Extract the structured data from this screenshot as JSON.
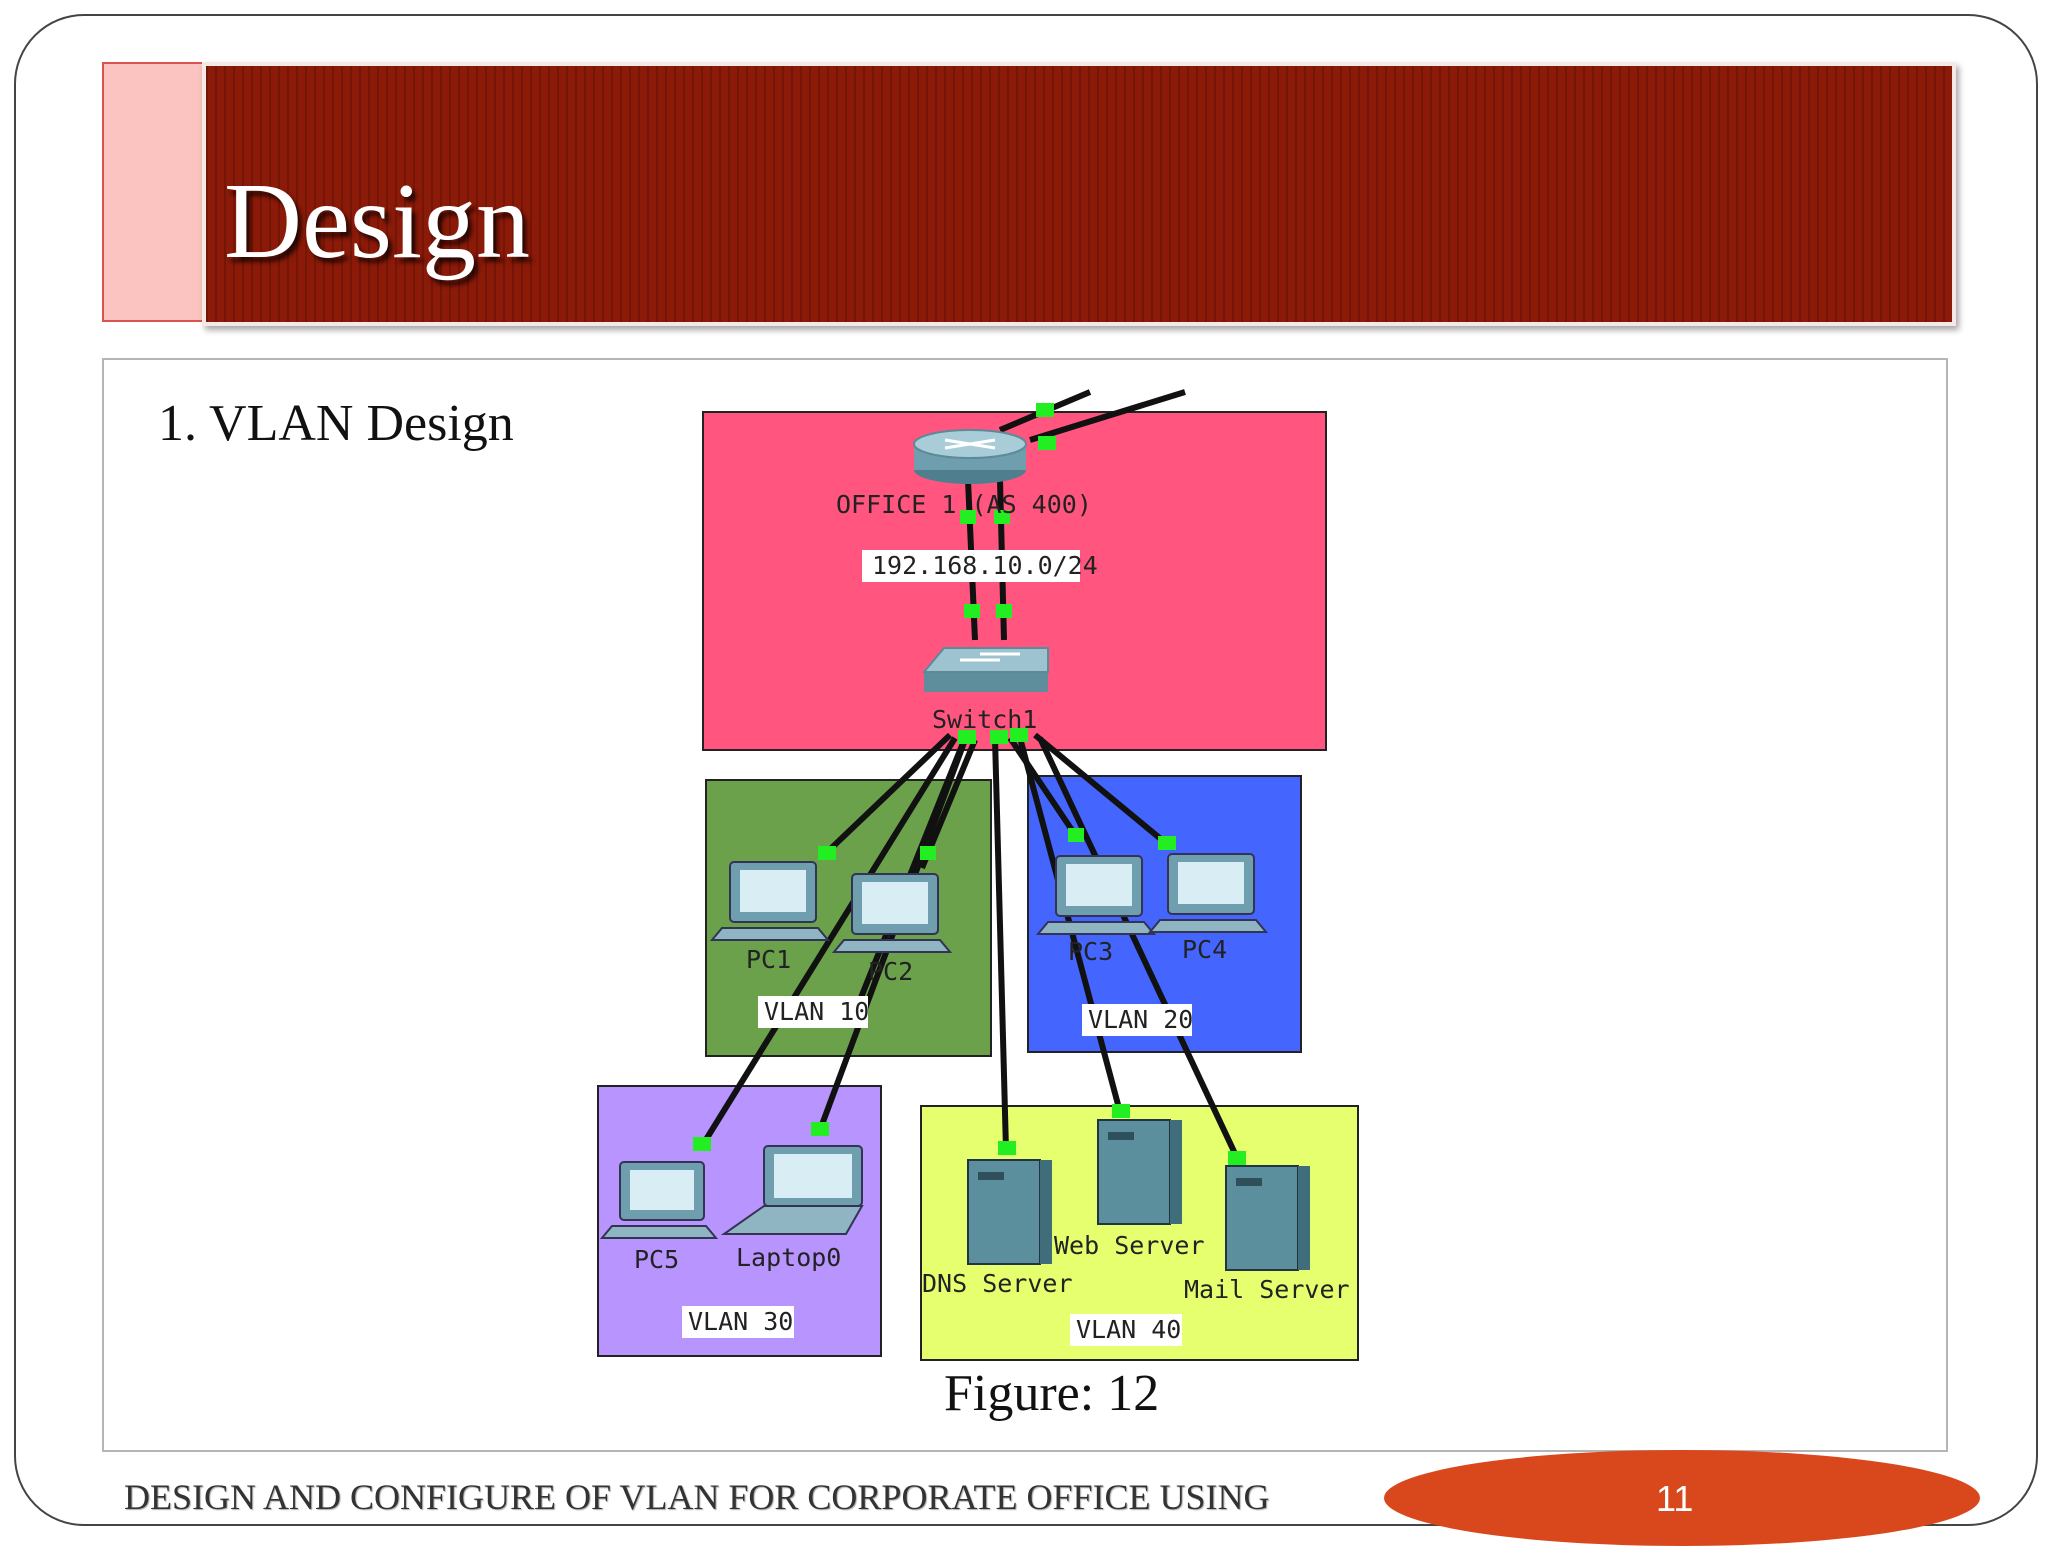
{
  "slide": {
    "title": "Design",
    "section_heading": "1. VLAN Design",
    "caption": "Figure: 12",
    "footer": "DESIGN AND CONFIGURE OF VLAN FOR CORPORATE OFFICE USING",
    "page_number": "11"
  },
  "diagram": {
    "router_label": "OFFICE 1 (AS 400)",
    "network_label": "192.168.10.0/24",
    "switch_label": "Switch1",
    "devices": {
      "pc1": "PC1",
      "pc2": "PC2",
      "pc3": "PC3",
      "pc4": "PC4",
      "pc5": "PC5",
      "laptop0": "Laptop0",
      "dns_server": "DNS Server",
      "web_server": "Web Server",
      "mail_server": "Mail Server"
    },
    "vlans": {
      "vlan10": "VLAN 10",
      "vlan20": "VLAN 20",
      "vlan30": "VLAN 30",
      "vlan40": "VLAN 40"
    },
    "colors": {
      "office_zone": "#ff557f",
      "vlan10_zone": "#6ba14a",
      "vlan20_zone": "#4466ff",
      "vlan30_zone": "#b894ff",
      "vlan40_zone": "#e6ff6e",
      "link_port": "#22ee22"
    }
  }
}
